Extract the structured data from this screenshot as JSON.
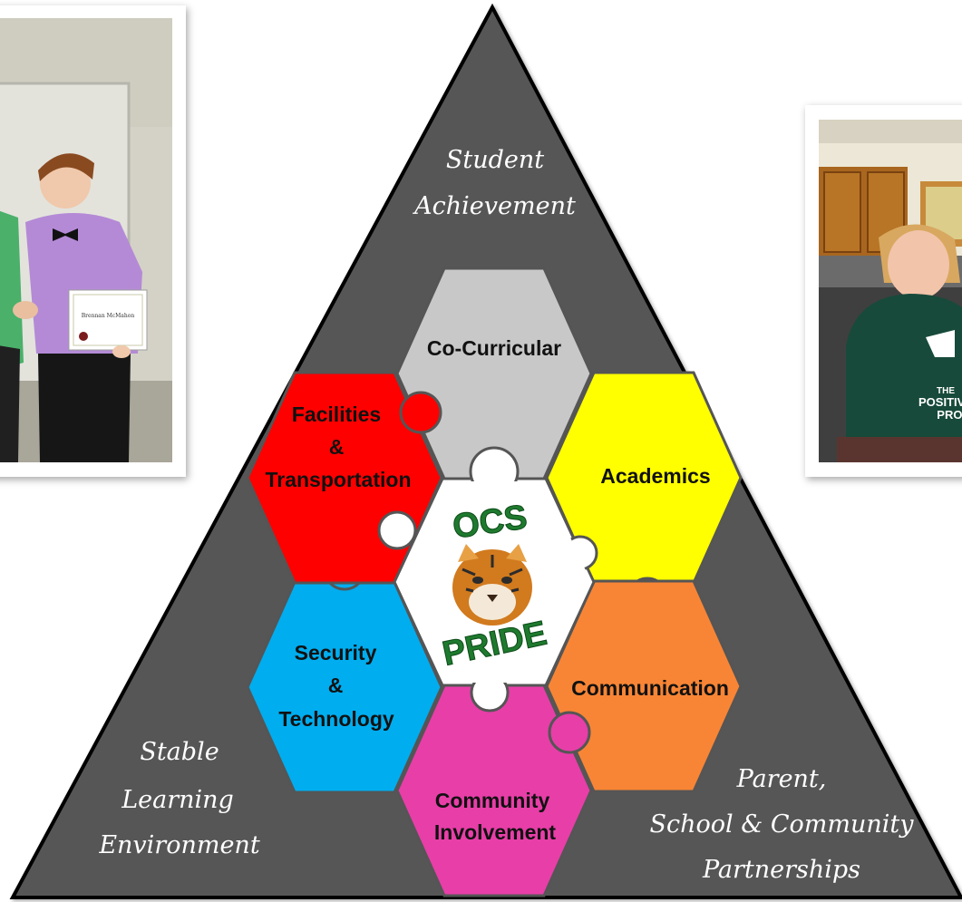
{
  "center": {
    "line1": "OCS",
    "line2": "PRIDE",
    "mascot": "tiger-face-icon"
  },
  "pieces": {
    "co_curricular": {
      "label": "Co-Curricular",
      "color": "#c8c8c8"
    },
    "academics": {
      "label": "Academics",
      "color": "#ffff00"
    },
    "communication": {
      "label": "Communication",
      "color": "#f88535"
    },
    "community": {
      "line1": "Community",
      "line2": "Involvement",
      "color": "#e83ea8"
    },
    "security": {
      "line1": "Security",
      "line2": "&",
      "line3": "Technology",
      "color": "#00adef"
    },
    "facilities": {
      "line1": "Facilities",
      "line2": "&",
      "line3": "Transportation",
      "color": "#ff0000"
    }
  },
  "corners": {
    "top": {
      "line1": "Student",
      "line2": "Achievement"
    },
    "left": {
      "line1": "Stable",
      "line2": "Learning",
      "line3": "Environment"
    },
    "right": {
      "line1": "Parent,",
      "line2": "School & Community",
      "line3": "Partnerships"
    }
  },
  "photos": {
    "left_certificate": {
      "name": "Brennan McMahon"
    },
    "right_shirt": {
      "line1": "THE",
      "line2": "POSITIVE",
      "line3": "PROJ"
    }
  },
  "colors": {
    "triangle": "#575757",
    "triangle_stroke": "#000000",
    "center": "#ffffff"
  }
}
